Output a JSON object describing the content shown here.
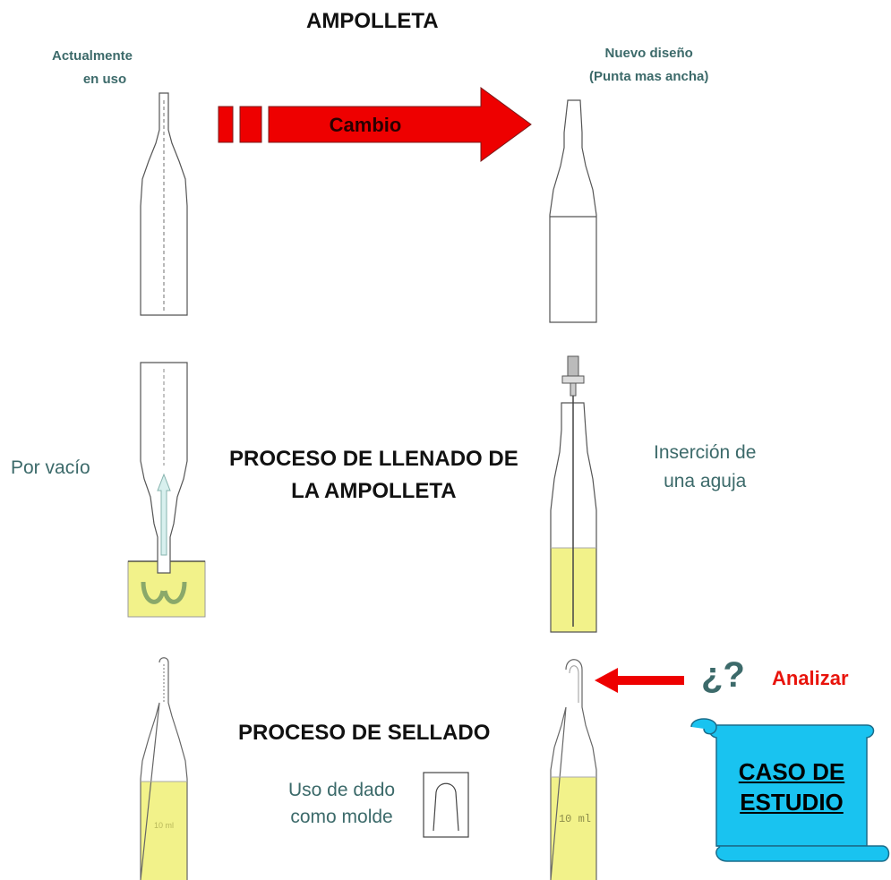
{
  "title": "AMPOLLETA",
  "current_label": {
    "line1": "Actualmente",
    "line2": "en uso"
  },
  "new_label": {
    "line1": "Nuevo diseño",
    "line2": "(Punta mas ancha)"
  },
  "arrow_label": "Cambio",
  "filling": {
    "line1": "PROCESO DE LLENADO DE",
    "line2": "LA AMPOLLETA",
    "left": "Por vacío",
    "right_line1": "Inserción de",
    "right_line2": "una aguja"
  },
  "sealing": {
    "title": "PROCESO DE SELLADO",
    "mold_line1": "Uso de dado",
    "mold_line2": "como molde"
  },
  "question": "¿?",
  "analyze": "Analizar",
  "case": {
    "line1": "CASO DE",
    "line2": "ESTUDIO"
  },
  "ampoule_markings": {
    "left": "10 ml",
    "right": "10 ml"
  },
  "colors": {
    "arrow_red": "#ee0000",
    "liquid_yellow": "#f2f28a",
    "scroll_cyan": "#19c3f0",
    "teal_text": "#3c6a6a"
  }
}
